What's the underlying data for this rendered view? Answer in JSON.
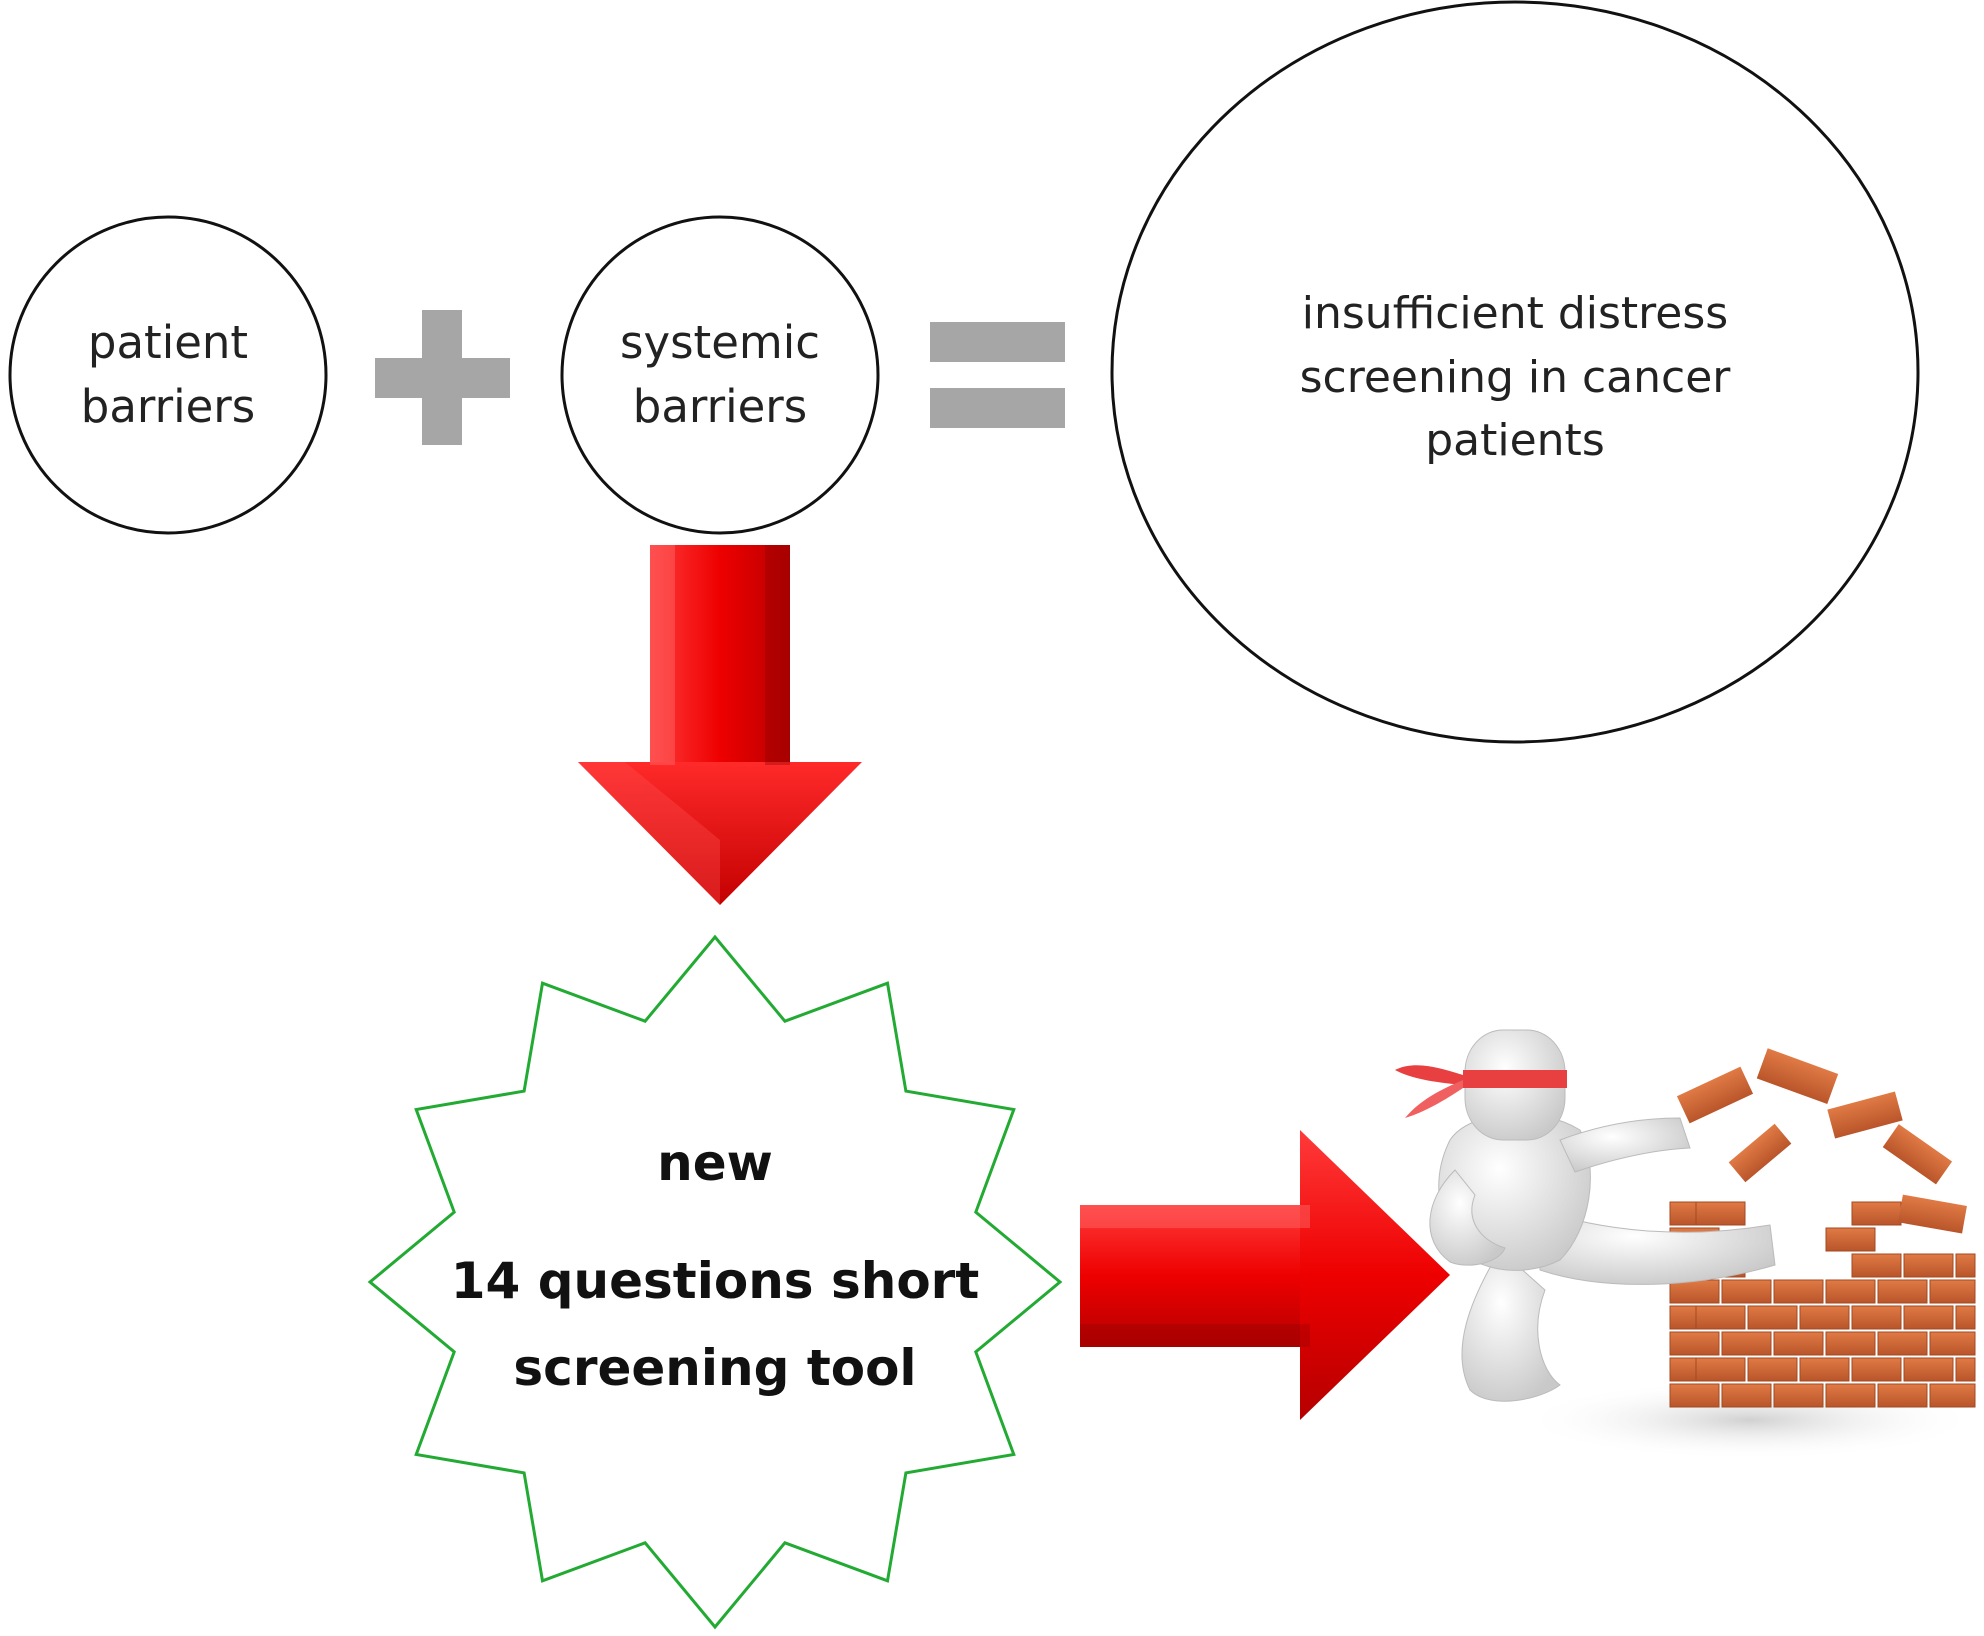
{
  "colors": {
    "operator_gray": "#a6a6a6",
    "arrow_red": "#ee0000",
    "star_outline": "#22aa33",
    "circle_stroke": "#111111",
    "brick": "#d2693a",
    "headband": "#e84040"
  },
  "nodes": {
    "patient_barriers": {
      "line1": "patient",
      "line2": "barriers"
    },
    "systemic_barriers": {
      "line1": "systemic",
      "line2": "barriers"
    },
    "outcome": {
      "line1": "insufficient distress",
      "line2": "screening in cancer",
      "line3": "patients"
    },
    "solution": {
      "line1": "new",
      "line2": "14 questions short",
      "line3": "screening tool"
    }
  },
  "operators": {
    "plus": "plus-sign",
    "equals": "equals-sign"
  },
  "illustration": {
    "name": "figure-kicking-brick-wall"
  }
}
